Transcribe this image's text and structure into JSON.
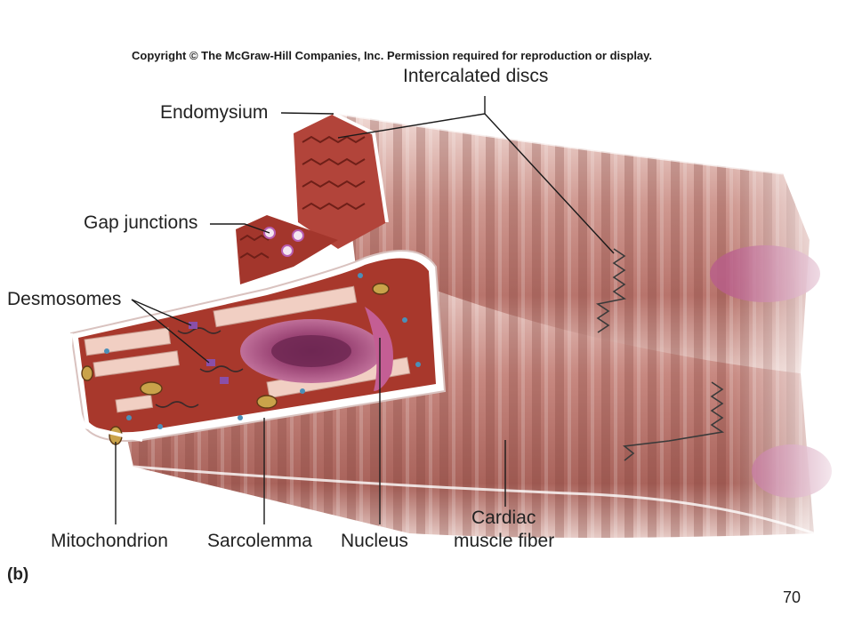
{
  "copyright": "Copyright © The McGraw-Hill Companies, Inc. Permission required for reproduction or display.",
  "labels": {
    "intercalated_discs": "Intercalated discs",
    "endomysium": "Endomysium",
    "gap_junctions": "Gap junctions",
    "desmosomes": "Desmosomes",
    "mitochondrion": "Mitochondrion",
    "sarcolemma": "Sarcolemma",
    "nucleus": "Nucleus",
    "cardiac_line1": "Cardiac",
    "cardiac_line2": "muscle fiber"
  },
  "panel_letter": "(b)",
  "page_number": "70",
  "colors": {
    "fiber_light": "#e9c9c4",
    "fiber_mid": "#c98b83",
    "fiber_dark": "#8d4c46",
    "cut_face": "#a8382c",
    "nucleus": "#b0527e",
    "gap_junction": "#b85db0"
  }
}
